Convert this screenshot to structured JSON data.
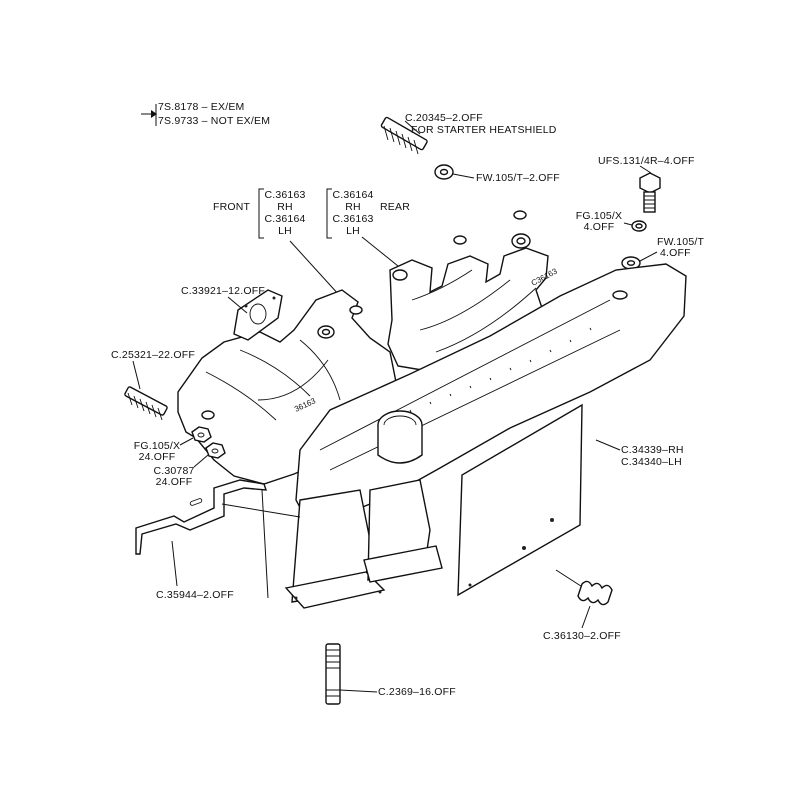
{
  "legend": {
    "line1": "7S.8178 – EX/EM",
    "line2": "7S.9733 – NOT EX/EM"
  },
  "labels": {
    "stud_heatshield_a": "C.20345–2.OFF",
    "stud_heatshield_b": "FOR STARTER HEATSHIELD",
    "washer_fw105_2": "FW.105/T–2.OFF",
    "bolt_ufs": "UFS.131/4R–4.OFF",
    "nut_fg105_4_a": "FG.105/X",
    "nut_fg105_4_b": "4.OFF",
    "washer_fw105_4_a": "FW.105/T",
    "washer_fw105_4_b": "4.OFF",
    "front": "FRONT",
    "rear": "REAR",
    "front_rh_code": "C.36163",
    "front_rh": "RH",
    "front_lh_code": "C.36164",
    "front_lh": "LH",
    "rear_rh_code": "C.36164",
    "rear_rh": "RH",
    "rear_lh_code": "C.36163",
    "rear_lh": "LH",
    "gasket": "C.33921–12.OFF",
    "stud_25321": "C.25321–22.OFF",
    "nut_fg105_24_a": "FG.105/X",
    "nut_fg105_24_b": "24.OFF",
    "nut_30787_a": "C.30787",
    "nut_30787_b": "24.OFF",
    "heatshield_rh": "C.34339–RH",
    "heatshield_lh": "C.34340–LH",
    "bracket": "C.35944–2.OFF",
    "spring": "C.36130–2.OFF",
    "stud_2369": "C.2369–16.OFF"
  },
  "casting_marks": {
    "front_manifold": "36163",
    "rear_manifold": "C36163"
  }
}
